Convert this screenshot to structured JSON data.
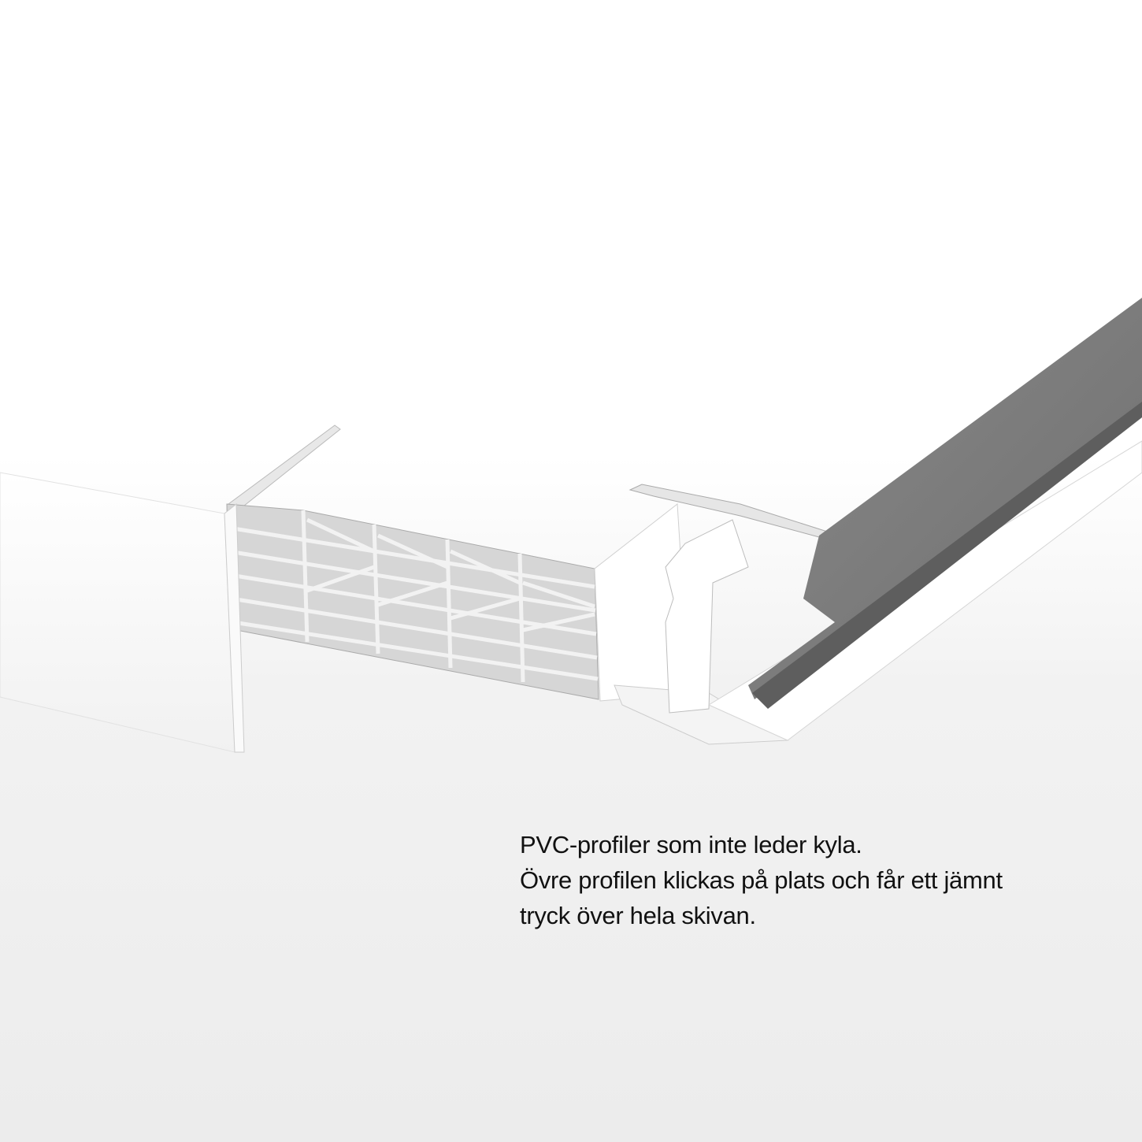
{
  "caption": {
    "lines": [
      "PVC-profiler som inte leder kyla.",
      "Övre profilen klickas på plats och får ett jämnt",
      "tryck över hela skivan."
    ]
  },
  "colors": {
    "background": "#ececec",
    "panel": "#ffffff",
    "rail": "#7a7a7a",
    "honeycomb": "#d6d6d6"
  }
}
